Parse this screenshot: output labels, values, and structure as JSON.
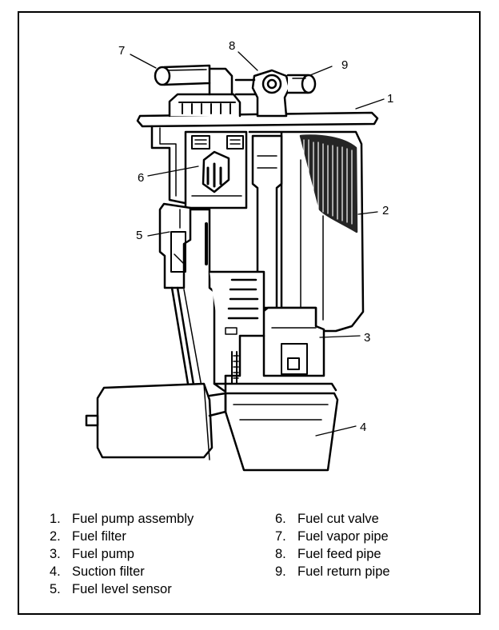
{
  "diagram": {
    "callouts": [
      {
        "id": "7",
        "text": "7"
      },
      {
        "id": "8",
        "text": "8"
      },
      {
        "id": "9",
        "text": "9"
      },
      {
        "id": "1",
        "text": "1"
      },
      {
        "id": "6",
        "text": "6"
      },
      {
        "id": "2",
        "text": "2"
      },
      {
        "id": "5",
        "text": "5"
      },
      {
        "id": "3",
        "text": "3"
      },
      {
        "id": "4",
        "text": "4"
      }
    ]
  },
  "legend": {
    "left": [
      {
        "num": "1.",
        "label": "Fuel pump assembly"
      },
      {
        "num": "2.",
        "label": "Fuel filter"
      },
      {
        "num": "3.",
        "label": "Fuel pump"
      },
      {
        "num": "4.",
        "label": "Suction filter"
      },
      {
        "num": "5.",
        "label": "Fuel level sensor"
      }
    ],
    "right": [
      {
        "num": "6.",
        "label": "Fuel cut valve"
      },
      {
        "num": "7.",
        "label": "Fuel vapor pipe"
      },
      {
        "num": "8.",
        "label": "Fuel feed pipe"
      },
      {
        "num": "9.",
        "label": "Fuel return pipe"
      }
    ]
  }
}
